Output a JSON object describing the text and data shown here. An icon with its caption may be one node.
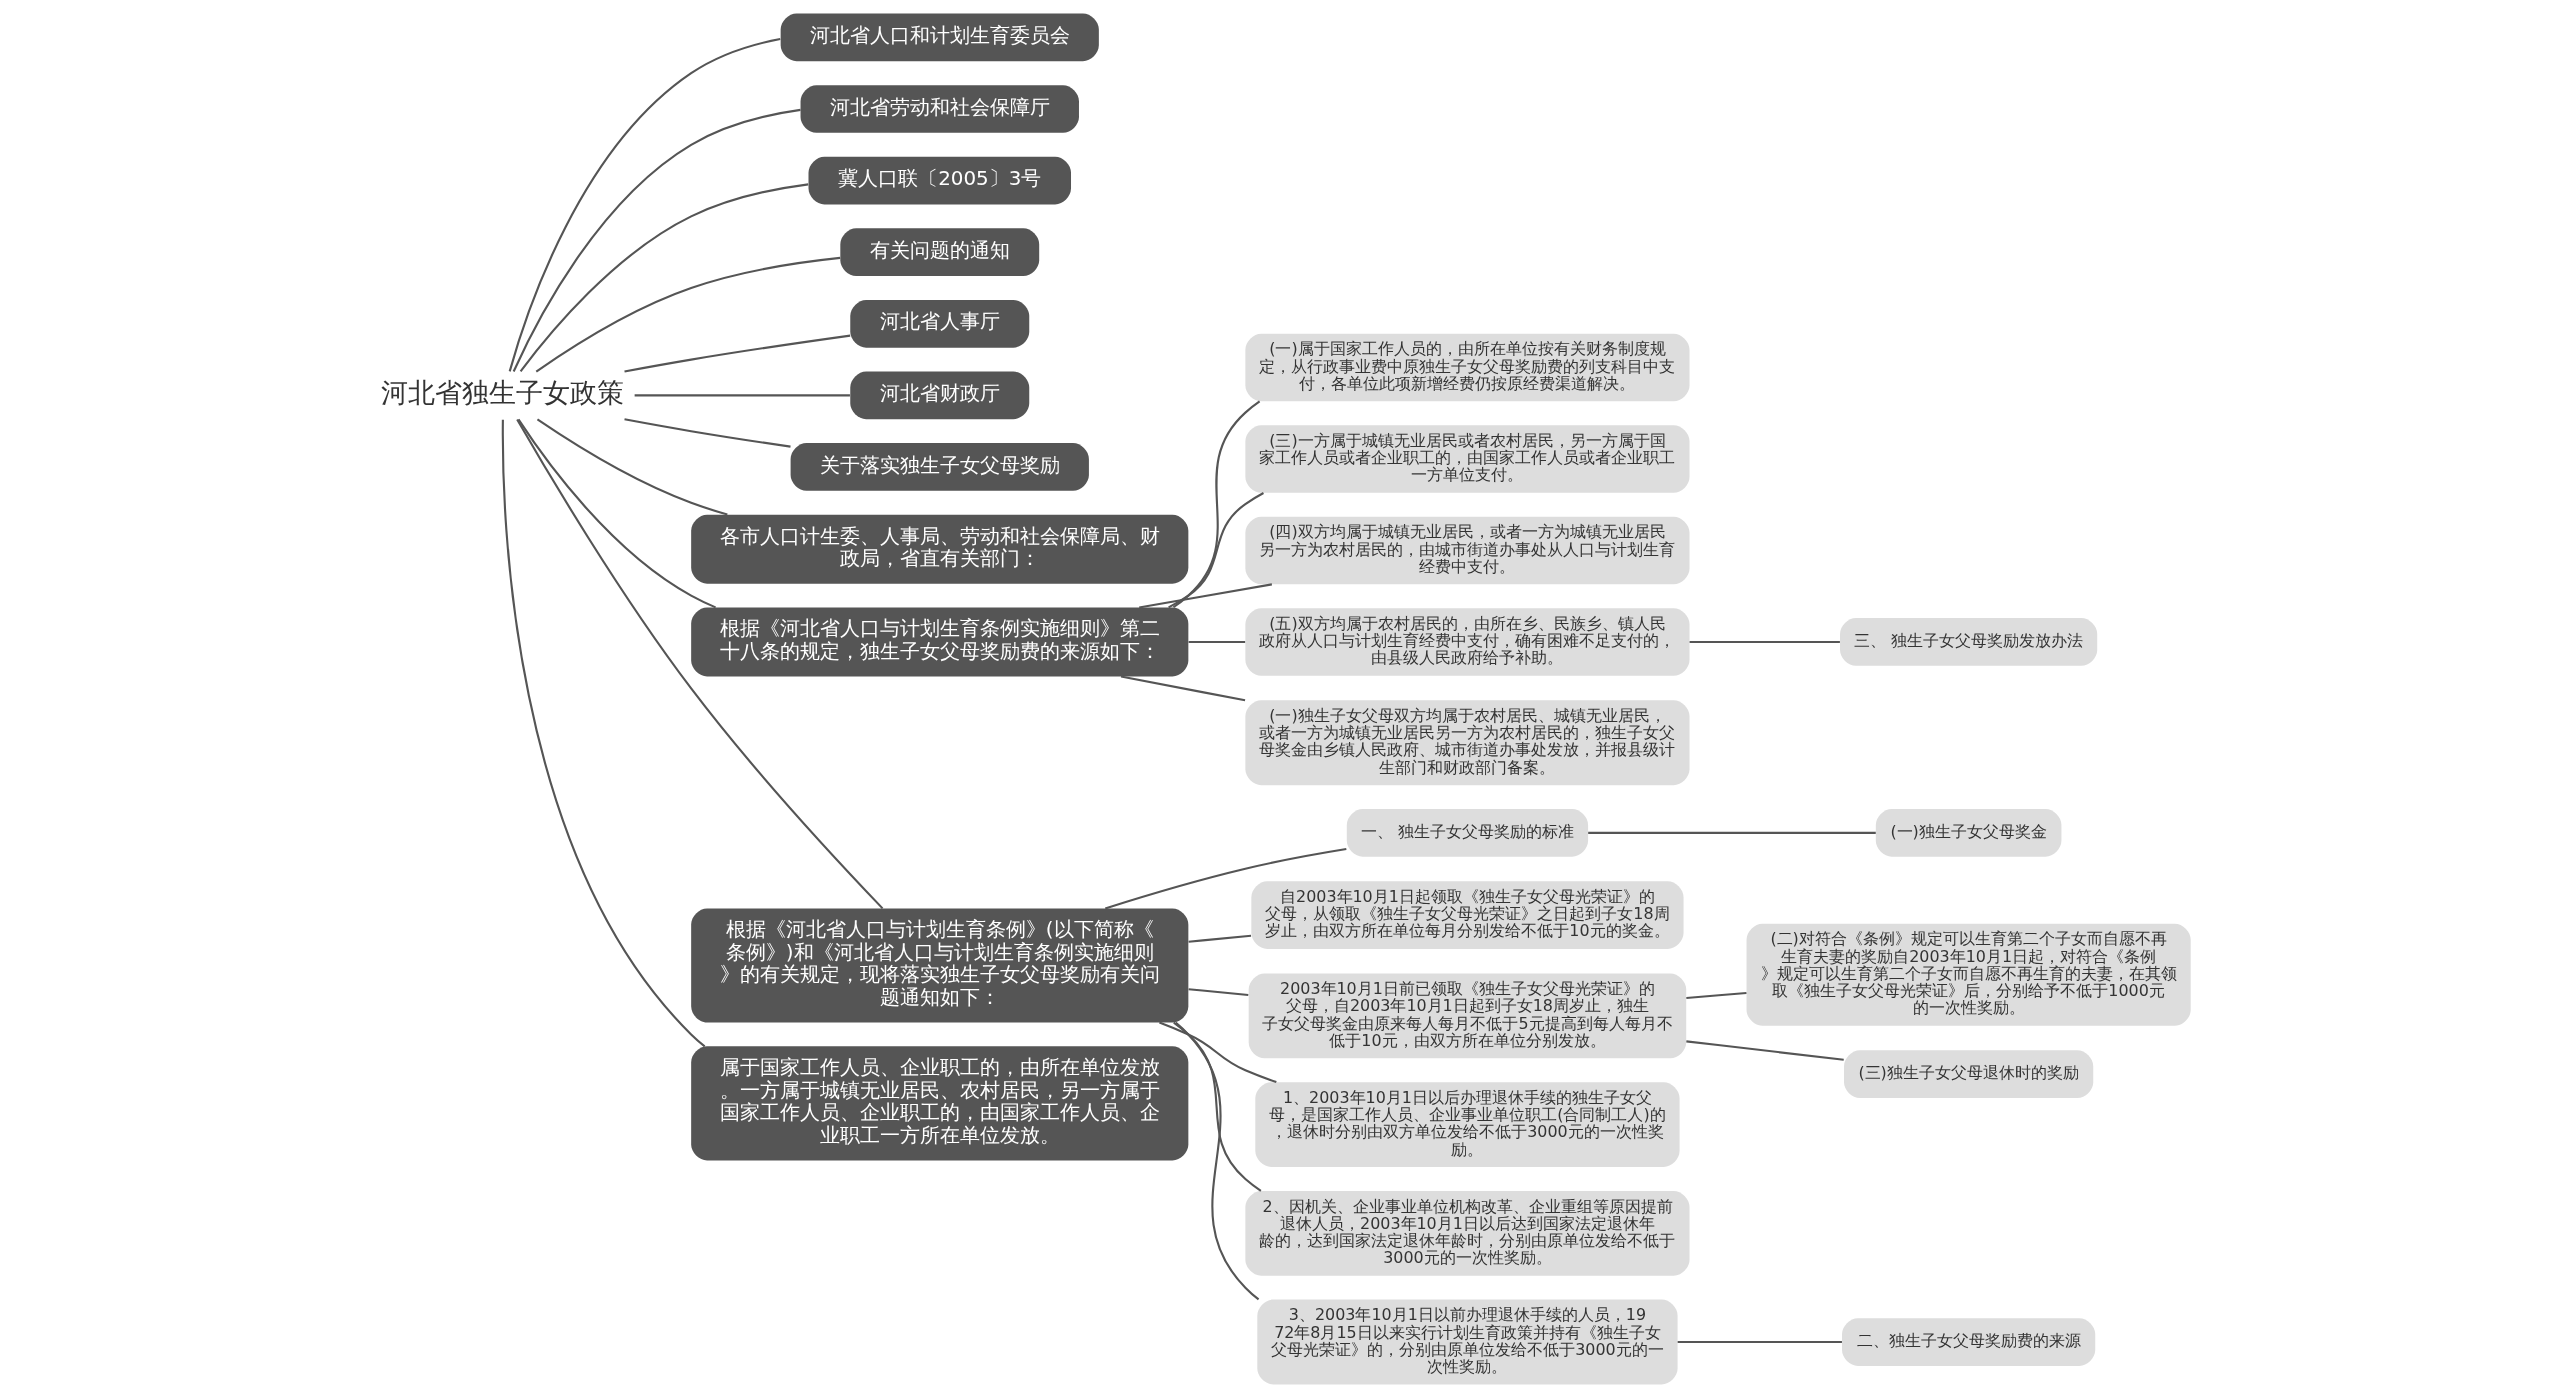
{
  "diagram": {
    "nodes": [
      {
        "text": [
          "河北省独生子女政策"
        ]
      },
      {
        "text": [
          "河北省人口和计划生育委员会"
        ]
      },
      {
        "text": [
          "河北省劳动和社会保障厅"
        ]
      },
      {
        "text": [
          "冀人口联〔2005〕3号"
        ]
      },
      {
        "text": [
          "有关问题的通知"
        ]
      },
      {
        "text": [
          "河北省人事厅"
        ]
      },
      {
        "text": [
          "河北省财政厅"
        ]
      },
      {
        "text": [
          "关于落实独生子女父母奖励"
        ]
      },
      {
        "text": [
          "各市人口计生委、人事局、劳动和社会保障局、财政局，省直有关部门："
        ]
      },
      {
        "text": [
          "根据《河北省人口与计划生育条例实施细则》第二十八条的规定，独生子女父母奖励费的来源如下："
        ]
      },
      {
        "text": [
          "(一)属于国家工作人员的，由所在单位按有关财务制度规定，从行政事业费中原独生子女父母奖励费的列支科目中支付，各单位此项新增经费仍按原经费渠道解决。"
        ]
      },
      {
        "text": [
          "(三)一方属于城镇无业居民或者农村居民，另一方属于国家工作人员或者企业职工的，由国家工作人员或者企业职工一方单位支付。"
        ]
      },
      {
        "text": [
          "(四)双方均属于城镇无业居民，或者一方为城镇无业居民另一方为农村居民的，由城市街道办事处从人口与计划生育经费中支付。"
        ]
      },
      {
        "text": [
          "(五)双方均属于农村居民的，由所在乡、民族乡、镇人民政府从人口与计划生育经费中支付，确有困难不足支付的，由县级人民政府给予补助。"
        ]
      },
      {
        "text": [
          "(一)独生子女父母双方均属于农村居民、城镇无业居民，或者一方为城镇无业居民另一方为农村居民的，独生子女父母奖金由乡镇人民政府、城市街道办事处发放，并报县级计生部门和财政部门备案。"
        ]
      },
      {
        "text": [
          "三、 独生子女父母奖励发放办法"
        ]
      },
      {
        "text": [
          "根据《河北省人口与计划生育条例》(以下简称《条例》)和《河北省人口与计划生育条例实施细则》的有关规定，现将落实独生子女父母奖励有关问题通知如下："
        ]
      },
      {
        "text": [
          "一、 独生子女父母奖励的标准"
        ]
      },
      {
        "text": [
          "(一)独生子女父母奖金"
        ]
      },
      {
        "text": [
          "自2003年10月1日起领取《独生子女父母光荣证》的父母，从领取《独生子女父母光荣证》之日起到子女18周岁止，由双方所在单位每月分别发给不低于10元的奖金。"
        ]
      },
      {
        "text": [
          "2003年10月1日前已领取《独生子女父母光荣证》的父母，自2003年10月1日起到子女18周岁止，独生子女父母奖金由原来每人每月不低于5元提高到每人每月不低于10元，由双方所在单位分别发放。"
        ]
      },
      {
        "text": [
          "(二)对符合《条例》规定可以生育第二个子女而自愿不再生育夫妻的奖励自2003年10月1日起，对符合《条例》规定可以生育第二个子女而自愿不再生育的夫妻，在其领取《独生子女父母光荣证》后，分别给予不低于1000元的一次性奖励。"
        ]
      },
      {
        "text": [
          "(三)独生子女父母退休时的奖励"
        ]
      },
      {
        "text": [
          "1、2003年10月1日以后办理退休手续的独生子女父母，是国家工作人员、企业事业单位职工(合同制工人)的，退休时分别由双方单位发给不低于3000元的一次性奖励。"
        ]
      },
      {
        "text": [
          "2、因机关、企业事业单位机构改革、企业重组等原因提前退休人员，2003年10月1日以后达到国家法定退休年龄的，达到国家法定退休年龄时，分别由原单位发给不低于3000元的一次性奖励。"
        ]
      },
      {
        "text": [
          "3、2003年10月1日以前办理退休手续的人员，1972年8月15日以来实行计划生育政策并持有《独生子女父母光荣证》的，分别由原单位发给不低于3000元的一次性奖励。"
        ]
      },
      {
        "text": [
          "二、独生子女父母奖励费的来源"
        ]
      },
      {
        "text": [
          "属于国家工作人员、企业职工的，由所在单位发放。一方属于城镇无业居民、农村居民，另一方属于国家工作人员、企业职工的，由国家工作人员、企业职工一方所在单位发放。"
        ]
      }
    ],
    "edges": [
      {
        "from": 0,
        "to": 1,
        "arrow": "none"
      },
      {
        "from": 0,
        "to": 2,
        "arrow": "none"
      },
      {
        "from": 0,
        "to": 3,
        "arrow": "none"
      },
      {
        "from": 0,
        "to": 4,
        "arrow": "none"
      },
      {
        "from": 0,
        "to": 5,
        "arrow": "none"
      },
      {
        "from": 0,
        "to": 6,
        "arrow": "none"
      },
      {
        "from": 0,
        "to": 7,
        "arrow": "none"
      },
      {
        "from": 0,
        "to": 8,
        "arrow": "none"
      },
      {
        "from": 0,
        "to": 9,
        "arrow": "none"
      },
      {
        "from": 9,
        "to": 10,
        "arrow": "none"
      },
      {
        "from": 9,
        "to": 11,
        "arrow": "none"
      },
      {
        "from": 9,
        "to": 12,
        "arrow": "none"
      },
      {
        "from": 9,
        "to": 13,
        "arrow": "none"
      },
      {
        "from": 9,
        "to": 14,
        "arrow": "none"
      },
      {
        "from": 13,
        "to": 15,
        "arrow": "none"
      },
      {
        "from": 0,
        "to": 16,
        "arrow": "none"
      },
      {
        "from": 16,
        "to": 17,
        "arrow": "none"
      },
      {
        "from": 17,
        "to": 18,
        "arrow": "none"
      },
      {
        "from": 16,
        "to": 19,
        "arrow": "none"
      },
      {
        "from": 16,
        "to": 20,
        "arrow": "none"
      },
      {
        "from": 20,
        "to": 21,
        "arrow": "none"
      },
      {
        "from": 20,
        "to": 22,
        "arrow": "none"
      },
      {
        "from": 16,
        "to": 23,
        "arrow": "none"
      },
      {
        "from": 16,
        "to": 24,
        "arrow": "none"
      },
      {
        "from": 16,
        "to": 25,
        "arrow": "none"
      },
      {
        "from": 25,
        "to": 26,
        "arrow": "none"
      },
      {
        "from": 0,
        "to": 27,
        "arrow": "none"
      }
    ]
  }
}
